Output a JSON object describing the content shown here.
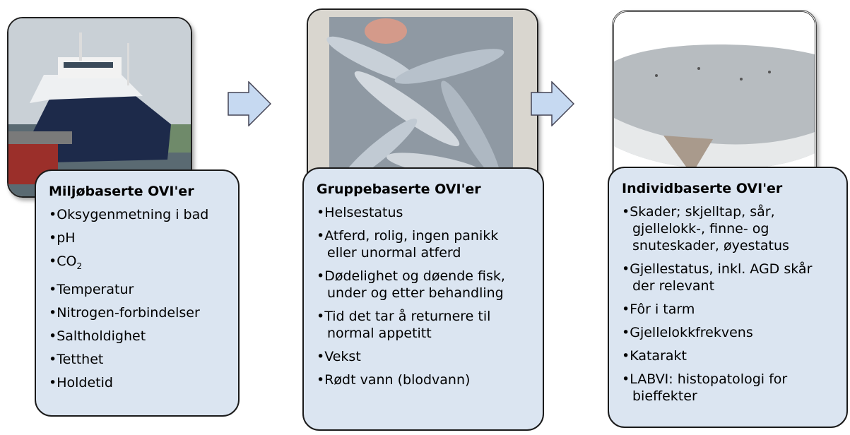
{
  "panels": [
    {
      "title": "Miljøbaserte OVI'er",
      "items": [
        "Oksygenmetning i bad",
        "pH",
        "CO",
        "Temperatur",
        "Nitrogen-forbindelser",
        "Saltholdighet",
        "Tetthet",
        "Holdetid"
      ],
      "co2_subscript": "2"
    },
    {
      "title": "Gruppebaserte OVI'er",
      "items": [
        "Helsestatus",
        "Atferd, rolig, ingen panikk eller unormal atferd",
        "Dødelighet og døende fisk, under og etter behandling",
        "Tid det tar å returnere til normal appetitt",
        "Vekst",
        "Rødt vann (blodvann)"
      ]
    },
    {
      "title": "Individbaserte OVI'er",
      "items": [
        "Skader; skjelltap, sår, gjellelokk-, finne- og snuteskader, øyestatus",
        "Gjellestatus, inkl. AGD skår der relevant",
        "Fôr i tarm",
        "Gjellelokkfrekvens",
        "Katarakt",
        "LABVI: histopatologi for bieffekter"
      ]
    }
  ],
  "colors": {
    "panel_fill": "#dbe5f1",
    "arrow_fill": "#c6d9f1",
    "border": "#1a1a1a"
  }
}
